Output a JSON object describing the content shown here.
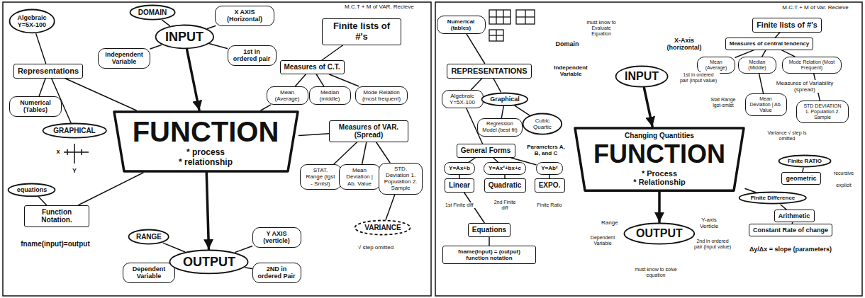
{
  "diagram": {
    "nodes": [
      {
        "text": [
          "Algebraic",
          "Y=5X-100"
        ]
      },
      {
        "text": [
          "Representations"
        ]
      },
      {
        "text": [
          "Numerical (Tables)"
        ]
      },
      {
        "text": [
          "GRAPHICAL"
        ]
      },
      {
        "text": [
          "equations"
        ]
      },
      {
        "text": [
          "Function Notation."
        ]
      },
      {
        "text": [
          "DOMAIN"
        ]
      },
      {
        "text": [
          "Independent Variable"
        ]
      },
      {
        "text": [
          "INPUT"
        ]
      },
      {
        "text": [
          "X AXIS (Horizontal)"
        ]
      },
      {
        "text": [
          "1st in ordered pair"
        ]
      },
      {
        "text": [
          "Finite lists of #'s"
        ]
      },
      {
        "text": [
          "Measures of C.T."
        ]
      },
      {
        "text": [
          "Mean (Average)"
        ]
      },
      {
        "text": [
          "Median (middle)"
        ]
      },
      {
        "text": [
          "Mode Relation (most frequent)"
        ]
      },
      {
        "text": [
          "Measures of VAR. (Spread)"
        ]
      },
      {
        "text": [
          "STAT. Range (lgst - Smlst)"
        ]
      },
      {
        "text": [
          "Mean Deviation | Ab. Value"
        ]
      },
      {
        "text": [
          "STD. Deviation 1. Population 2. Sample"
        ]
      },
      {
        "text": [
          "VARIANCE"
        ]
      },
      {
        "text": [
          "FUNCTION",
          "* process",
          "* relationship"
        ]
      },
      {
        "text": [
          "RANGE"
        ]
      },
      {
        "text": [
          "Dependent Variable"
        ]
      },
      {
        "text": [
          "OUTPUT"
        ]
      },
      {
        "text": [
          "Y AXIS (verticle)"
        ]
      },
      {
        "text": [
          "2ND in ordered Pair"
        ]
      },
      {
        "text": [
          "Numerical (tables)"
        ]
      },
      {
        "text": [
          "REPRESENTATIONS"
        ]
      },
      {
        "text": [
          "Algebraic Y=5X-100"
        ]
      },
      {
        "text": [
          "Graphical"
        ]
      },
      {
        "text": [
          "Regression Model (best fit)"
        ]
      },
      {
        "text": [
          "Cubic Quartic"
        ]
      },
      {
        "text": [
          "General Forms"
        ]
      },
      {
        "text": [
          "Y=Ax+b"
        ]
      },
      {
        "text": [
          "Y=Ax²+bx+c"
        ]
      },
      {
        "text": [
          "Y=Abˣ"
        ]
      },
      {
        "text": [
          "Linear"
        ]
      },
      {
        "text": [
          "Quadratic"
        ]
      },
      {
        "text": [
          "EXPO."
        ]
      },
      {
        "text": [
          "Equations"
        ]
      },
      {
        "text": [
          "fname(input) = (output) function notation"
        ]
      },
      {
        "text": [
          "INPUT"
        ]
      },
      {
        "text": [
          "Finite lists of #'s"
        ]
      },
      {
        "text": [
          "Measures of central tendency"
        ]
      },
      {
        "text": [
          "Mean (Average)"
        ]
      },
      {
        "text": [
          "Median (Middle)"
        ]
      },
      {
        "text": [
          "Mode Relation (Most Frequent)"
        ]
      },
      {
        "text": [
          "Mean Deviation | Ab. Value"
        ]
      },
      {
        "text": [
          "STD DEVIATION 1. Population 2. Sample"
        ]
      },
      {
        "text": [
          "Changing Quantities",
          "FUNCTION",
          "* Process",
          "* Relationship"
        ]
      },
      {
        "text": [
          "OUTPUT"
        ]
      },
      {
        "text": [
          "Finite RATIO"
        ]
      },
      {
        "text": [
          "geometric"
        ]
      },
      {
        "text": [
          "Finite Difference"
        ]
      },
      {
        "text": [
          "Arithmetic"
        ]
      },
      {
        "text": [
          "Constant Rate of change"
        ]
      }
    ],
    "edges": [
      {
        "from": 0,
        "to": 1,
        "arrow": "none"
      },
      {
        "from": 1,
        "to": 2,
        "arrow": "none"
      },
      {
        "from": 1,
        "to": 3,
        "arrow": "none"
      },
      {
        "from": 4,
        "to": 5,
        "arrow": "none"
      },
      {
        "from": 6,
        "to": 8,
        "arrow": "none"
      },
      {
        "from": 7,
        "to": 8,
        "arrow": "none"
      },
      {
        "from": 8,
        "to": 9,
        "arrow": "none"
      },
      {
        "from": 8,
        "to": 10,
        "arrow": "none"
      },
      {
        "from": 8,
        "to": 21,
        "arrow": "to"
      },
      {
        "from": 21,
        "to": 24,
        "arrow": "to"
      },
      {
        "from": 1,
        "to": 21,
        "arrow": "none"
      },
      {
        "from": 5,
        "to": 21,
        "arrow": "none"
      },
      {
        "from": 21,
        "to": 13,
        "arrow": "none"
      },
      {
        "from": 21,
        "to": 16,
        "arrow": "none"
      },
      {
        "from": 11,
        "to": 12,
        "arrow": "none"
      },
      {
        "from": 12,
        "to": 13,
        "arrow": "none"
      },
      {
        "from": 12,
        "to": 14,
        "arrow": "none"
      },
      {
        "from": 12,
        "to": 15,
        "arrow": "none"
      },
      {
        "from": 16,
        "to": 17,
        "arrow": "none"
      },
      {
        "from": 16,
        "to": 18,
        "arrow": "none"
      },
      {
        "from": 16,
        "to": 19,
        "arrow": "none"
      },
      {
        "from": 19,
        "to": 20,
        "arrow": "none"
      },
      {
        "from": 22,
        "to": 24,
        "arrow": "none"
      },
      {
        "from": 23,
        "to": 24,
        "arrow": "none"
      },
      {
        "from": 24,
        "to": 25,
        "arrow": "none"
      },
      {
        "from": 24,
        "to": 26,
        "arrow": "none"
      },
      {
        "from": 27,
        "to": 28,
        "arrow": "none"
      },
      {
        "from": 28,
        "to": 29,
        "arrow": "none"
      },
      {
        "from": 28,
        "to": 30,
        "arrow": "none"
      },
      {
        "from": 30,
        "to": 31,
        "arrow": "none"
      },
      {
        "from": 30,
        "to": 32,
        "arrow": "none"
      },
      {
        "from": 29,
        "to": 33,
        "arrow": "none"
      },
      {
        "from": 33,
        "to": 34,
        "arrow": "none"
      },
      {
        "from": 33,
        "to": 35,
        "arrow": "none"
      },
      {
        "from": 33,
        "to": 36,
        "arrow": "none"
      },
      {
        "from": 34,
        "to": 37,
        "arrow": "none"
      },
      {
        "from": 35,
        "to": 38,
        "arrow": "none"
      },
      {
        "from": 36,
        "to": 39,
        "arrow": "none"
      },
      {
        "from": 37,
        "to": 40,
        "arrow": "none"
      },
      {
        "from": 40,
        "to": 41,
        "arrow": "none"
      },
      {
        "from": 42,
        "to": 50,
        "arrow": "to"
      },
      {
        "from": 50,
        "to": 51,
        "arrow": "to"
      },
      {
        "from": 43,
        "to": 44,
        "arrow": "none"
      },
      {
        "from": 44,
        "to": 45,
        "arrow": "none"
      },
      {
        "from": 44,
        "to": 46,
        "arrow": "none"
      },
      {
        "from": 44,
        "to": 47,
        "arrow": "none"
      },
      {
        "from": 46,
        "to": 48,
        "arrow": "none"
      },
      {
        "from": 47,
        "to": 49,
        "arrow": "none"
      },
      {
        "from": 50,
        "to": 54,
        "arrow": "none"
      },
      {
        "from": 54,
        "to": 55,
        "arrow": "none"
      },
      {
        "from": 55,
        "to": 56,
        "arrow": "none"
      },
      {
        "from": 52,
        "to": 53,
        "arrow": "none"
      }
    ],
    "labels": [
      "x",
      "Y",
      "fname(input)=output",
      "M.C.T + M of VAR. Recieve",
      "√ step omitted",
      "M.C.T + M of Var. Recieve",
      "Parameters A, B, and C",
      "1st Finite diff",
      "2nd Finite diff",
      "Finite Ratio",
      "Domain",
      "must know to Evaluate Equation",
      "Independent Variable",
      "X-Axis (horizontal)",
      "1st in ordered pair (input value)",
      "Measures of Variability (spread)",
      "Stat Range lgst-smlst",
      "Variance √ step is omitted",
      "recursive",
      "explicit",
      "Δy/Δx = slope (parameters)",
      "Range",
      "Dependent Variable",
      "Y-axis Verticle",
      "2nd in ordered pair (input value)",
      "must know to solve equation"
    ]
  }
}
